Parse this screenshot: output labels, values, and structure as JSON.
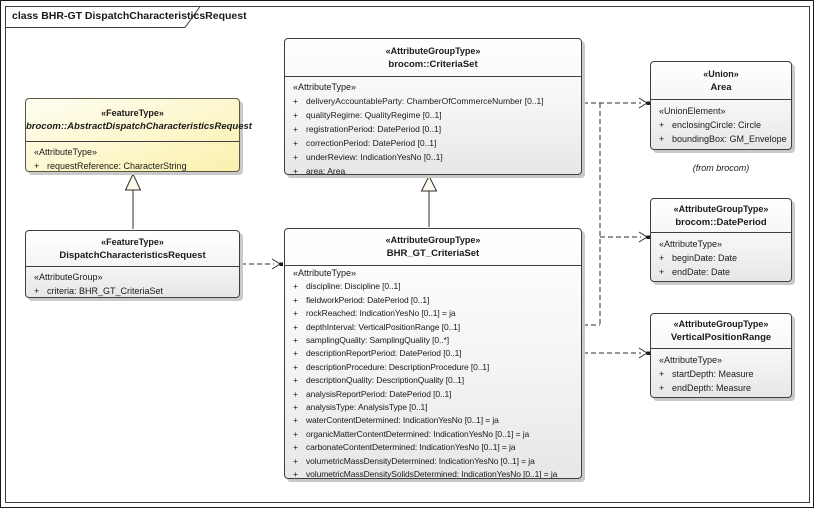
{
  "colors": {
    "accent-yellow": "#faf1ae",
    "box-fill-top": "#ffffff",
    "box-fill-bottom": "#e7e7e7",
    "border": "#3f3f3f",
    "shadow": "#c9c9c9",
    "ink": "#1a1a1a"
  },
  "uml": {
    "plus": "+"
  },
  "diagram": {
    "title": "class BHR-GT DispatchCharacteristicsRequest"
  },
  "classes": {
    "abstract_request": {
      "stereotype": "«FeatureType»",
      "name": "brocom::AbstractDispatchCharacteristicsRequest",
      "compartment_label": "«AttributeType»",
      "attributes": [
        "requestReference: CharacterString"
      ]
    },
    "dispatch_request": {
      "stereotype": "«FeatureType»",
      "name": "DispatchCharacteristicsRequest",
      "compartment_label": "«AttributeGroup»",
      "attributes": [
        "criteria: BHR_GT_CriteriaSet"
      ]
    },
    "brocom_criteria_set": {
      "stereotype": "«AttributeGroupType»",
      "name": "brocom::CriteriaSet",
      "compartment_label": "«AttributeType»",
      "attributes": [
        "deliveryAccountableParty: ChamberOfCommerceNumber [0..1]",
        "qualityRegime: QualityRegime [0..1]",
        "registrationPeriod: DatePeriod [0..1]",
        "correctionPeriod: DatePeriod [0..1]",
        "underReview: IndicationYesNo [0..1]",
        "area: Area"
      ]
    },
    "bhr_gt_criteria_set": {
      "stereotype": "«AttributeGroupType»",
      "name": "BHR_GT_CriteriaSet",
      "compartment_label": "«AttributeType»",
      "attributes": [
        "discipline: Discipline [0..1]",
        "fieldworkPeriod: DatePeriod [0..1]",
        "rockReached: IndicationYesNo [0..1] = ja",
        "depthInterval: VerticalPositionRange [0..1]",
        "samplingQuality: SamplingQuality [0..*]",
        "descriptionReportPeriod: DatePeriod [0..1]",
        "descriptionProcedure: DescriptionProcedure [0..1]",
        "descriptionQuality: DescriptionQuality [0..1]",
        "analysisReportPeriod: DatePeriod [0..1]",
        "analysisType: AnalysisType [0..1]",
        "waterContentDetermined: IndicationYesNo [0..1] = ja",
        "organicMatterContentDetermined: IndicationYesNo [0..1] = ja",
        "carbonateContentDetermined: IndicationYesNo [0..1] = ja",
        "volumetricMassDensityDetermined: IndicationYesNo [0..1] = ja",
        "volumetricMassDensitySolidsDetermined: IndicationYesNo [0..1] = ja"
      ]
    },
    "area": {
      "stereotype": "«Union»",
      "name": "Area",
      "compartment_label": "«UnionElement»",
      "attributes": [
        "enclosingCircle: Circle",
        "boundingBox: GM_Envelope"
      ],
      "origin_note": "(from brocom)"
    },
    "brocom_date_period": {
      "stereotype": "«AttributeGroupType»",
      "name": "brocom::DatePeriod",
      "compartment_label": "«AttributeType»",
      "attributes": [
        "beginDate: Date",
        "endDate: Date"
      ]
    },
    "vertical_position_range": {
      "stereotype": "«AttributeGroupType»",
      "name": "VerticalPositionRange",
      "compartment_label": "«AttributeType»",
      "attributes": [
        "startDepth: Measure",
        "endDepth: Measure"
      ]
    }
  }
}
